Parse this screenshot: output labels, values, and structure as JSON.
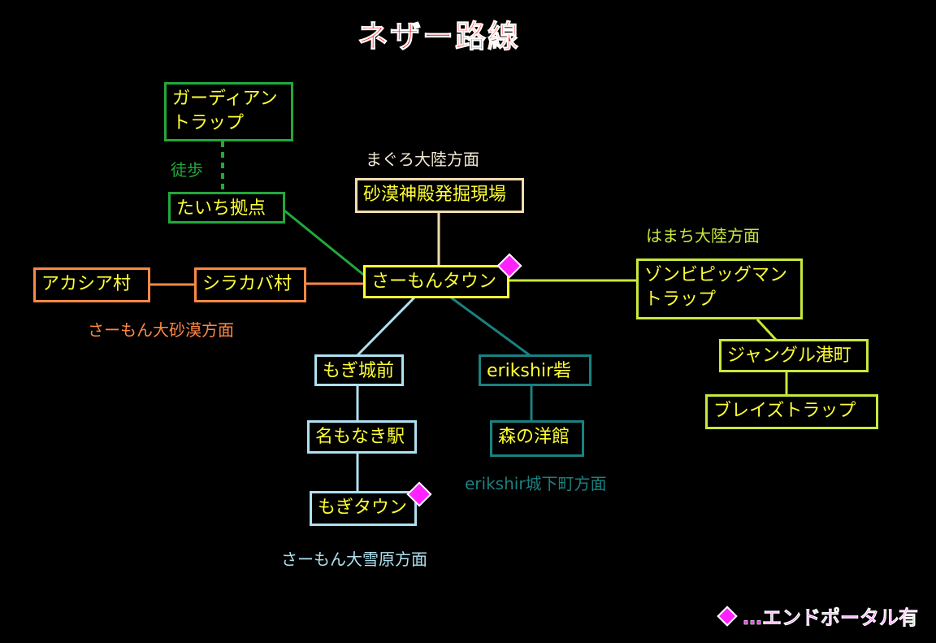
{
  "title": "ネザー路線",
  "legend": {
    "text": "…エンドポータル有",
    "color": "#ff22ff"
  },
  "walk_label": "徒歩",
  "regions": {
    "maguro": "まぐろ大陸方面",
    "hamachi": "はまち大陸方面",
    "salmon_desert": "さーもん大砂漠方面",
    "erikshir_castle": "erikshir城下町方面",
    "salmon_snow": "さーもん大雪原方面"
  },
  "nodes": {
    "guardian_trap_1": "ガーディアン",
    "guardian_trap_2": "トラップ",
    "taichi_base": "たいち拠点",
    "sand_temple": "砂漠神殿発掘現場",
    "salmon_town": "さーもんタウン",
    "acacia_village": "アカシア村",
    "birch_village": "シラカバ村",
    "zombie_pigman_1": "ゾンビピッグマン",
    "zombie_pigman_2": "トラップ",
    "jungle_port": "ジャングル港町",
    "blaze_trap": "ブレイズトラップ",
    "mogi_castle_front": "もぎ城前",
    "erikshir_fort": "erikshir砦",
    "nameless_station": "名もなき駅",
    "forest_mansion": "森の洋館",
    "mogi_town": "もぎタウン"
  },
  "colors": {
    "green": "#22a83a",
    "cream": "#f2dcb0",
    "yellow": "#ffff33",
    "orange": "#ff8844",
    "lime": "#c8e83c",
    "light_blue": "#aee0f0",
    "teal": "#1b8080",
    "title": "#ff1a1a"
  }
}
